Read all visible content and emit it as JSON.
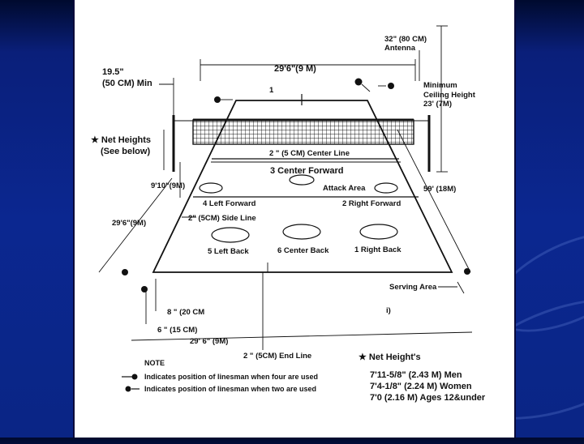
{
  "labels": {
    "antenna": [
      "32\" (80 CM)",
      "Antenna"
    ],
    "min_width": [
      "19.5\"",
      "(50 CM) Min"
    ],
    "top_width": "29'6\"(9 M)",
    "ceiling": [
      "Minimum",
      "Ceiling Height",
      "23' (7M)"
    ],
    "net_heights": [
      "★ Net Heights",
      "(See below)"
    ],
    "center_line": "2 \" (5 CM) Center Line",
    "center_forward": "3 Center Forward",
    "attack_area": "Attack Area",
    "side_9m": "9'10\"(9M)",
    "left_forward": "4 Left Forward",
    "right_forward": "2 Right Forward",
    "length_59": "59' (18M)",
    "side_29": "29'6\"(9M)",
    "side_line": "2\" (5CM) Side Line",
    "left_back": "5 Left Back",
    "center_back": "6 Center Back",
    "right_back": "1 Right Back",
    "serving_area": "Serving Area",
    "eight_inch": "8 \" (20 CM",
    "six_inch": "6 \" (15 CM)",
    "bottom_width": "29' 6\" (9M)",
    "end_line": "2 \" (5CM) End Line",
    "mark_1": "1",
    "mark_paren": "i)"
  },
  "note": {
    "title": "NOTE",
    "four_linesmen": "Indicates position of linesman when four are used",
    "two_linesmen": "Indicates position of linesman when two are used"
  },
  "net_height_table": {
    "title": "★ Net Height's",
    "rows": [
      "7'11-5/8\" (2.43 M) Men",
      "7'4-1/8\" (2.24 M) Women",
      "7'0 (2.16 M) Ages 12&under"
    ]
  },
  "colors": {
    "background": "#0b2790",
    "panel": "#ffffff",
    "ink": "#111111"
  }
}
